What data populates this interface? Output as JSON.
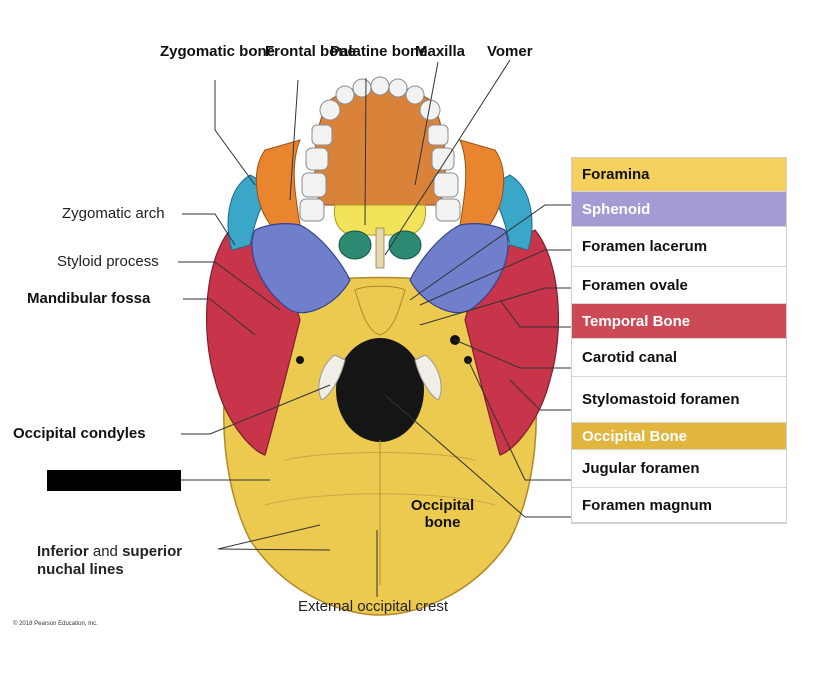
{
  "labels": {
    "zygomatic_bone": "Zygomatic bone",
    "frontal_bone": "Frontal bone",
    "palatine_bone": "Palatine bone",
    "maxilla": "Maxilla",
    "vomer": "Vomer",
    "zygomatic_arch": "Zygomatic arch",
    "styloid_process": "Styloid process",
    "mandibular_fossa": "Mandibular fossa",
    "occipital_condyles": "Occipital condyles",
    "inferior_word": "Inferior",
    "and_word": "and",
    "superior_word": "superior",
    "nuchal_lines": "nuchal lines",
    "occipital_bone": "Occipital bone",
    "external_occipital_crest": "External occipital crest",
    "copyright": "© 2018 Pearson Education, Inc."
  },
  "legend": {
    "rows": [
      {
        "text": "Foramina",
        "bg": "#f5d05e",
        "style": "header"
      },
      {
        "text": "Sphenoid",
        "bg": "#a49bd3",
        "style": "light"
      },
      {
        "text": "Foramen lacerum",
        "bg": "#ffffff",
        "style": "plain"
      },
      {
        "text": "Foramen ovale",
        "bg": "#ffffff",
        "style": "plain"
      },
      {
        "text": "Temporal Bone",
        "bg": "#cc4a55",
        "style": "light"
      },
      {
        "text": "Carotid canal",
        "bg": "#ffffff",
        "style": "plain"
      },
      {
        "text": "Stylomastoid foramen",
        "bg": "#ffffff",
        "style": "plain"
      },
      {
        "text": "Occipital Bone",
        "bg": "#e2b53e",
        "style": "light"
      },
      {
        "text": "Jugular foramen",
        "bg": "#ffffff",
        "style": "plain"
      },
      {
        "text": "Foramen magnum",
        "bg": "#ffffff",
        "style": "plain"
      }
    ]
  },
  "colors": {
    "frontal": "#e9852e",
    "maxilla": "#d9823a",
    "zygomatic": "#3aa6c8",
    "sphenoid": "#6f7fcc",
    "temporal": "#c8354a",
    "occipital": "#ecc94f",
    "palatine": "#f3e35a",
    "vomer_nasal": "#2c8a73",
    "teeth": "#f2f2f2"
  }
}
